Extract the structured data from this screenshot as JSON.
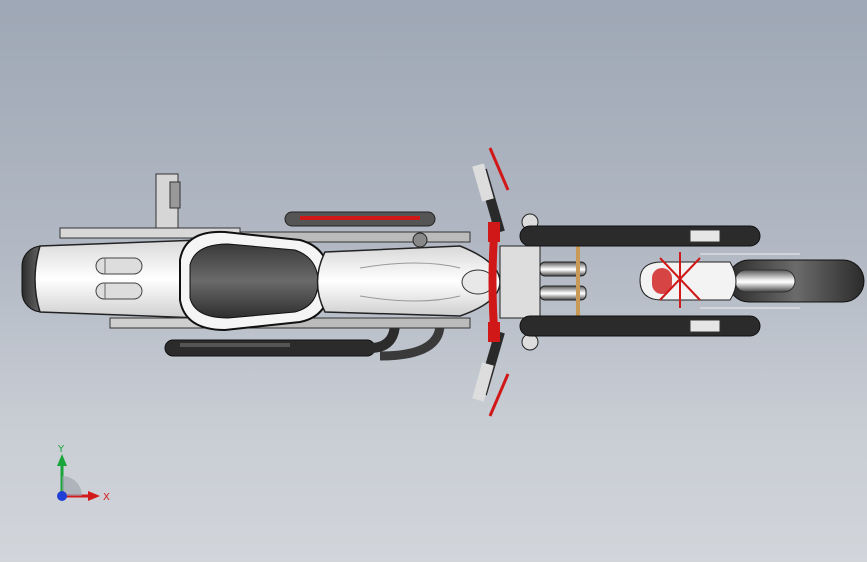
{
  "viewport": {
    "background_top": "#9ea7b5",
    "background_bottom": "#d2d5da"
  },
  "model": {
    "description_icon": "motorcycle-top-view-model",
    "accent_color": "#d01818",
    "body_color": "#f0f0f0",
    "dark_color": "#2a2a2a"
  },
  "triad": {
    "y_label": "Y",
    "x_label": "X",
    "y_color": "#1aa53a",
    "x_color": "#d21c1c",
    "z_color": "#1f3fd6"
  }
}
